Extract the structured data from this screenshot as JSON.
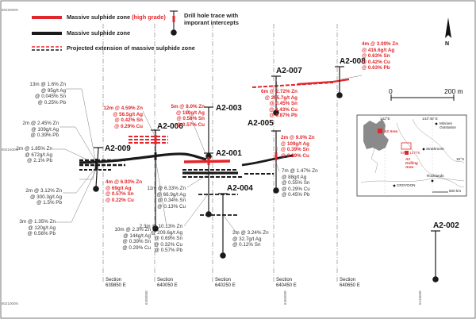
{
  "legend": {
    "high_grade_prefix": "Massive sulphide zone",
    "high_grade_suffix": "(high grade)",
    "zone": "Massive sulphide zone",
    "projected": "Projected extension of massive sulphide zone",
    "drill_trace": "Drill hole trace with\nimporant intercepts",
    "colors": {
      "high_grade": "#e3262b",
      "zone": "#1a1a1a"
    }
  },
  "edge_labels": {
    "top_left": "8022000N",
    "mid_left": "8021500N",
    "bottom_left": "8021000N",
    "bottom_e1": "640000E",
    "bottom_e2": "640500E",
    "bottom_e3": "641000E"
  },
  "north_arrow": {
    "label": "N"
  },
  "scale_bar": {
    "start": "0",
    "end": "200 m"
  },
  "holes": [
    {
      "name": "A2-009"
    },
    {
      "name": "A2-006"
    },
    {
      "name": "A2-003"
    },
    {
      "name": "A2-001"
    },
    {
      "name": "A2-004"
    },
    {
      "name": "A2-005"
    },
    {
      "name": "A2-007"
    },
    {
      "name": "A2-008"
    },
    {
      "name": "A2-002"
    }
  ],
  "sections": [
    "Section\n639850 E",
    "Section\n640050 E",
    "Section\n640250 E",
    "Section\n640450 E",
    "Section\n640650 E"
  ],
  "intercepts_black": [
    "13m @ 1.6% Zn\n@ 95g/t Ag\n@ 0.045% Sn\n@ 0.25% Pb",
    "2m @ 2.45% Zn\n@ 109g/t Ag\n@ 0.39% Pb",
    "2m @ 1.85% Zn\n@ 672g/t Ag\n@ 2.1% Pb",
    "2m @ 3.12% Zn\n@ 300.3g/t Ag\n@ 1.5% Pb",
    "3m @ 1.35% Zn\n@ 120g/t Ag\n@ 0.56% Pb",
    "10m @ 2.3% Zn\n@ 144g/t Ag\n@ 0.39% Sn\n@ 0.29% Cu",
    "11m @ 6.33% Zn\n@ 66.9g/t Ag\n@ 0.34% Sn\n@ 0.13% Cu",
    "2.3m @ 10.13% Zn\n@ 209.6g/t Ag\n@ 0.69% Sn\n@ 0.32% Cu\n@ 0.57% Pb",
    "2m @ 3.24% Zn\n@ 32.7g/t Ag\n@ 0.12% Sn",
    "7m @ 1.47% Zn\n@ 88g/t Ag\n@ 0.55% Sn\n@ 0.29% Cu\n@ 0.45% Pb"
  ],
  "intercepts_red": [
    "12m @ 4.59% Zn\n@ 56.5g/t Ag\n@ 0.42% Sn\n@ 0.29% Cu",
    "5m @ 8.0% Zn\n@ 180g/t Ag\n@ 0.58% Sn\n@ 0.57% Cu",
    "4m @ 6.93% Zn\n@ 69g/t Ag\n@ 0.57% Sn\n@ 0.22% Cu",
    "6m @ 2.72% Zn\n@ 285.7g/t Ag\n@ 0.45% Sn\n@ 0.43% Cu\n@ 0.87% Pb",
    "2m @ 9.0% Zn\n@ 109g/t Ag\n@ 0.39% Sn\n@ 0.29% Cu",
    "4m @ 3.09% Zn\n@ 416.6g/t Ag\n@ 0.63% Sn\n@ 0.42% Cu\n@ 0.63% Pb"
  ],
  "inset": {
    "lon1": "142°E",
    "lon2": "143°40' E",
    "lat": "18°S",
    "a2_area": "A2 Area",
    "a2_drilling": "A2\nDrilling\nArea",
    "epm": "EPM 13775",
    "minnies": "Minnies\nOutstation",
    "strathmore": "Strathmore",
    "croydon": "CROYDON",
    "rocklands": "Rocklands",
    "scale": "500 km"
  }
}
